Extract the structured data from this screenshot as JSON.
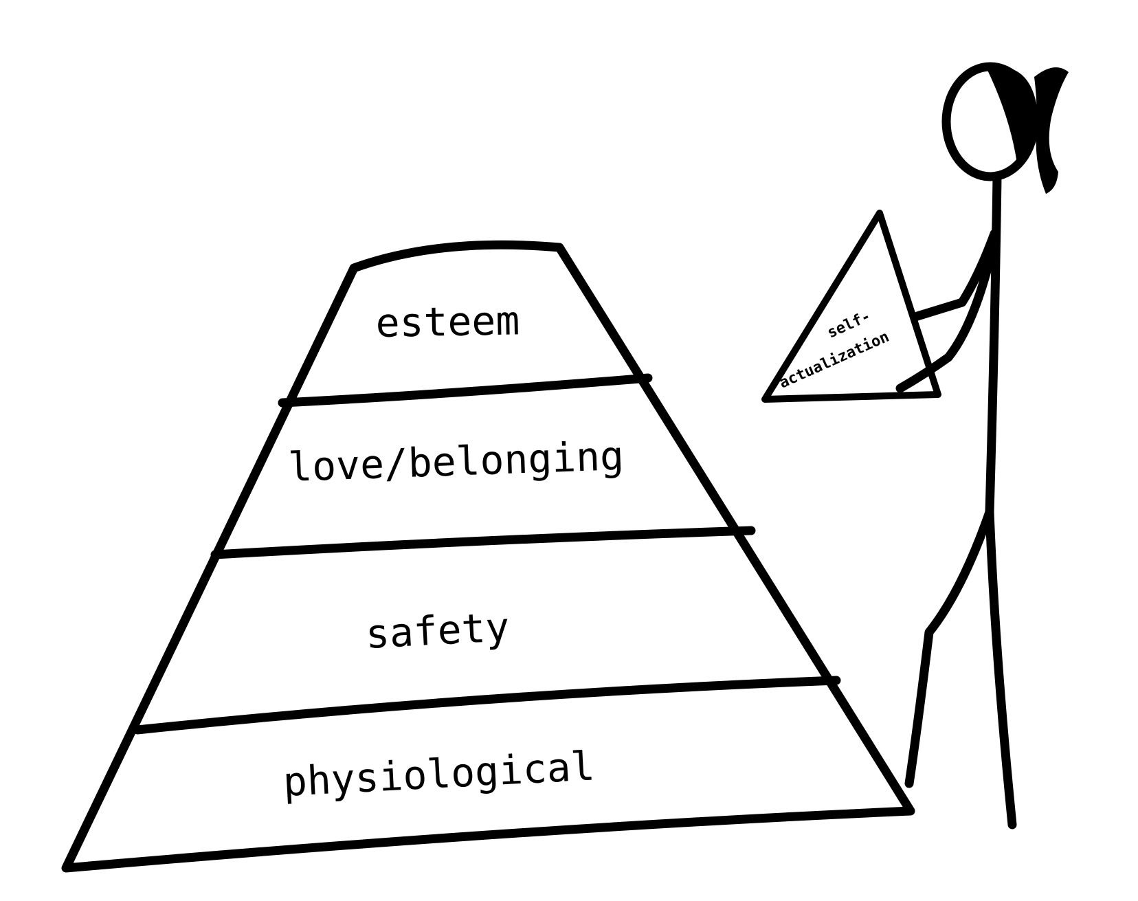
{
  "diagram": {
    "type": "pyramid",
    "tiers": [
      {
        "label": "esteem"
      },
      {
        "label": "love/belonging"
      },
      {
        "label": "safety"
      },
      {
        "label": "physiological"
      }
    ],
    "tip": {
      "line1": "self-",
      "line2": "actualization"
    },
    "colors": {
      "ink": "#000000",
      "background": "#ffffff"
    },
    "figure": "stick-figure-with-ponytail"
  }
}
